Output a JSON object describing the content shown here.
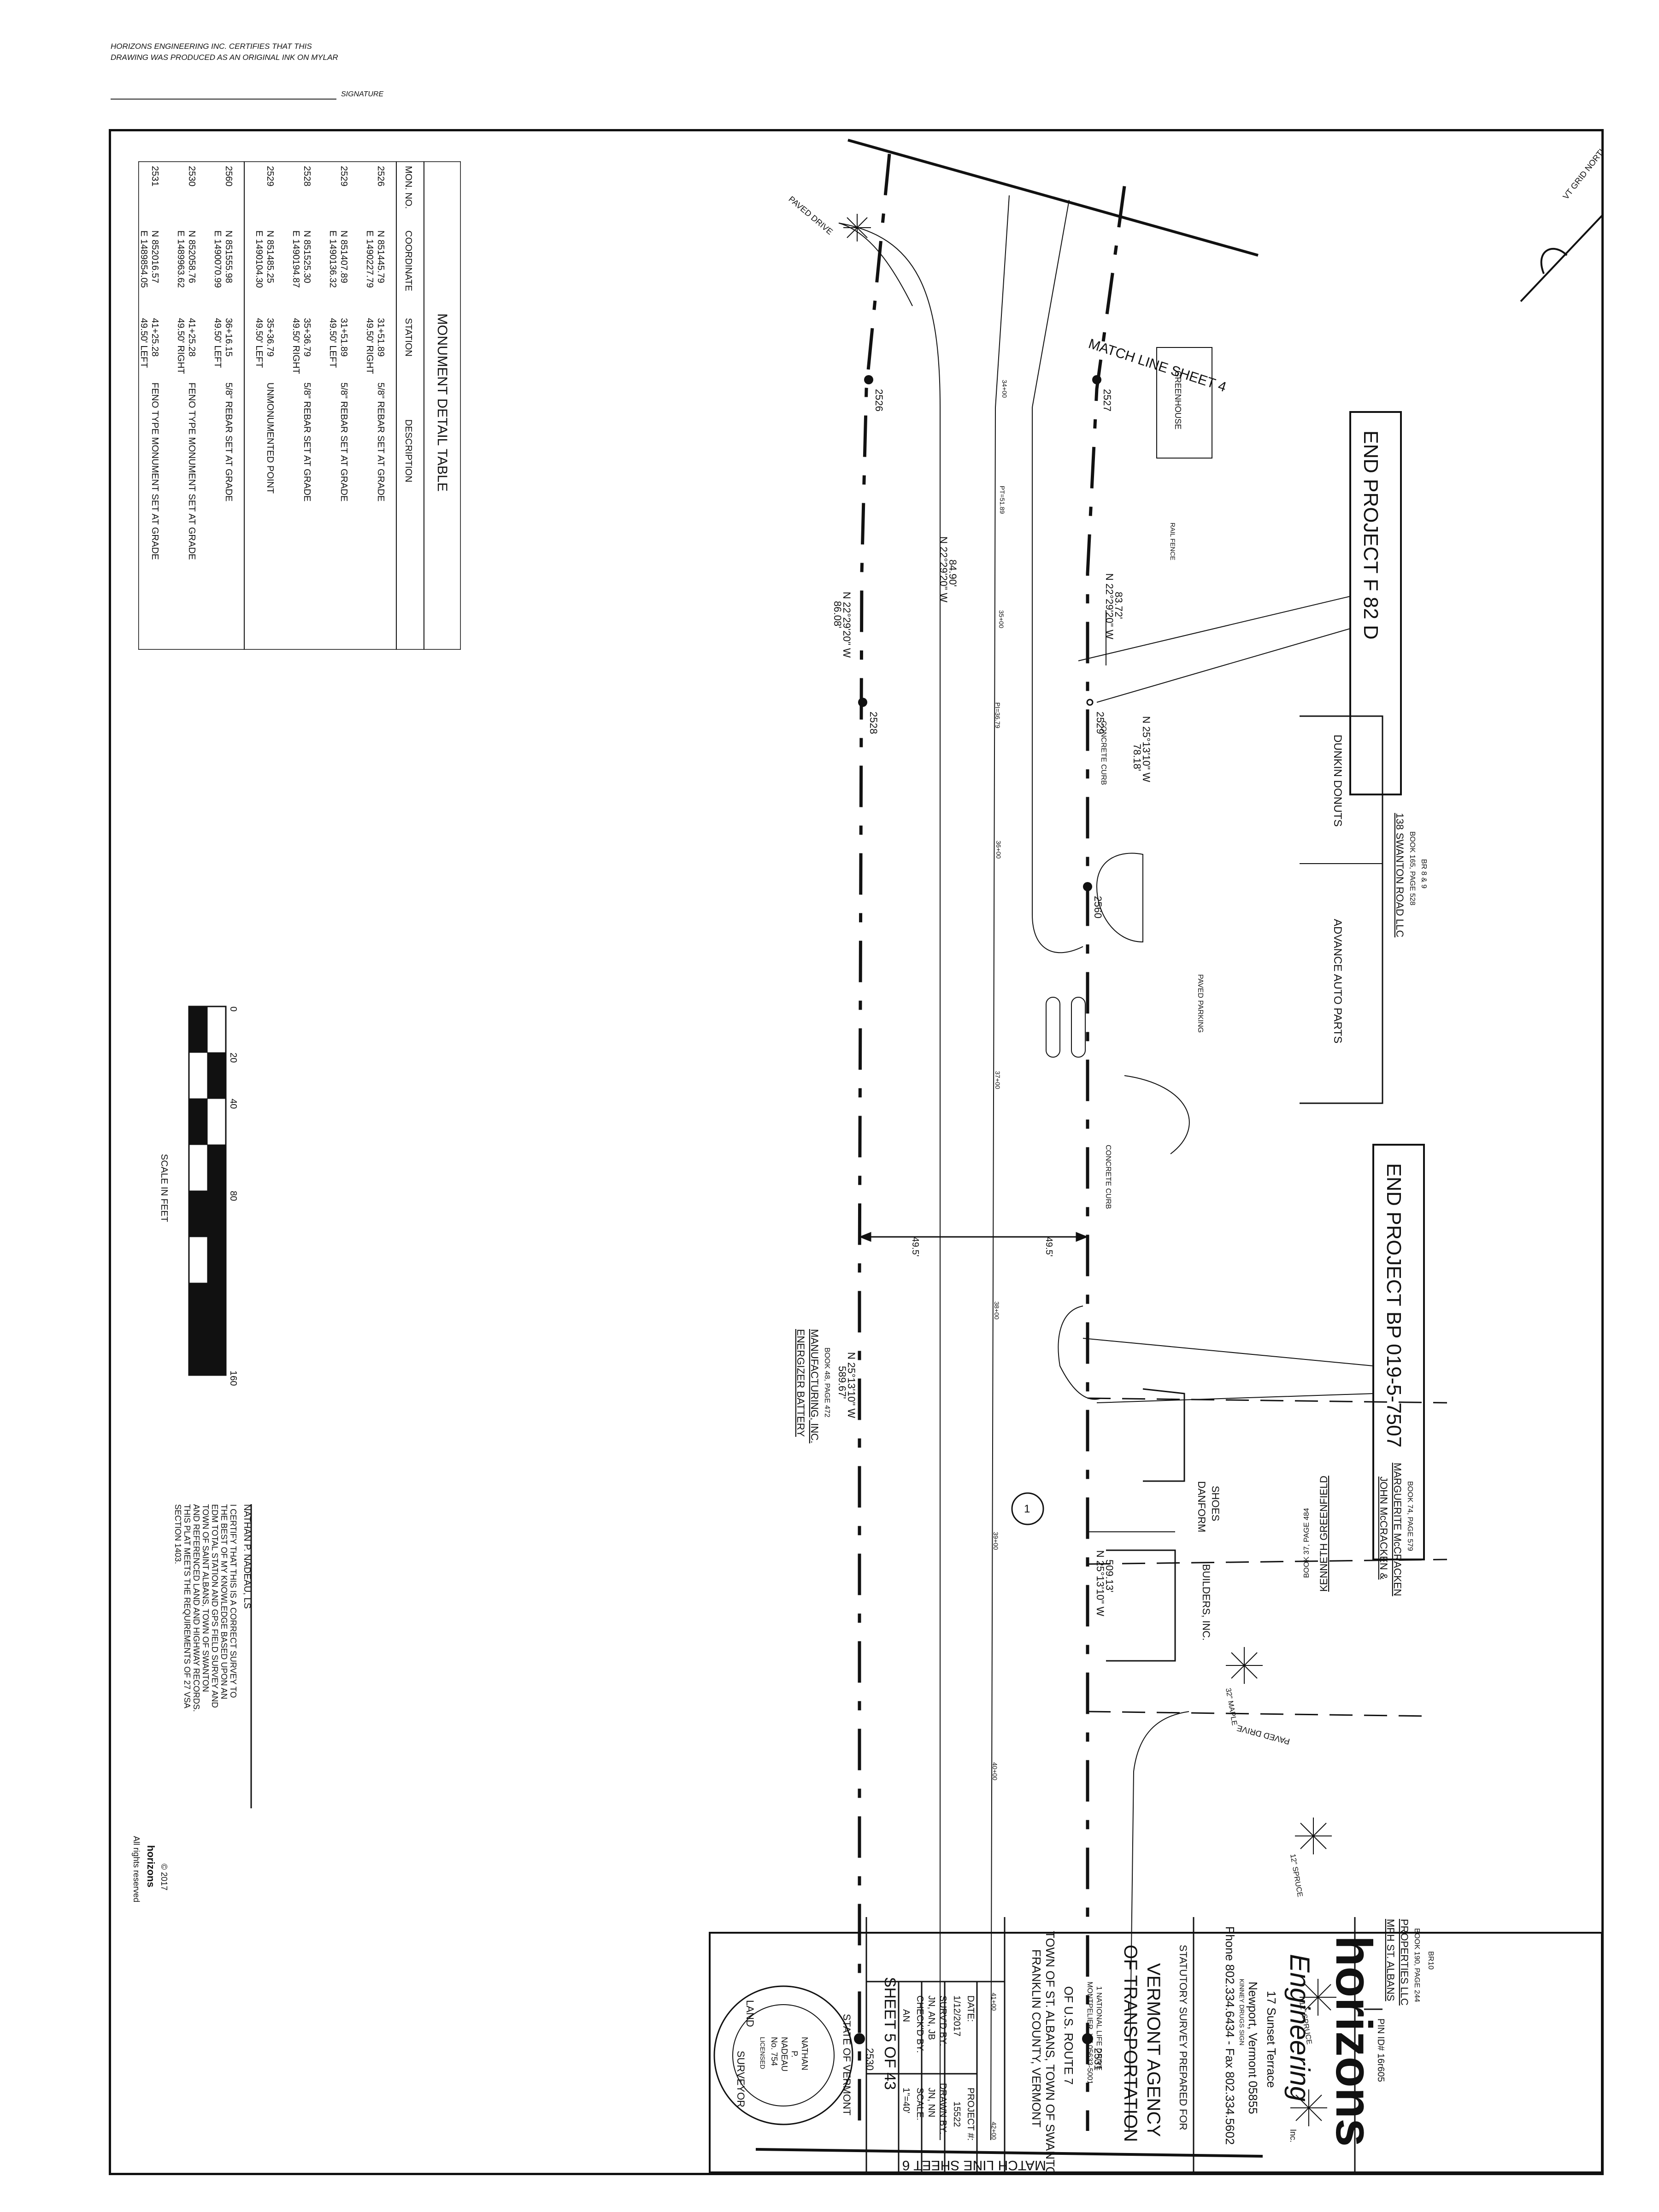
{
  "header": {
    "certify_line1": "HORIZONS ENGINEERING INC. CERTIFIES THAT THIS",
    "certify_line2": "DRAWING WAS PRODUCED AS AN ORIGINAL INK ON MYLAR",
    "signature_label": "SIGNATURE"
  },
  "monument_table": {
    "title": "MONUMENT DETAIL TABLE",
    "columns": [
      "MON. NO.",
      "COORDINATE",
      "STATION",
      "DESCRIPTION"
    ],
    "rows": [
      {
        "mon": "2526",
        "coord_n": "N 851445.79",
        "coord_e": "E 1490227.79",
        "station": "31+51.89",
        "offset": "49.50' RIGHT",
        "desc": "5/8\" REBAR SET AT GRADE"
      },
      {
        "mon": "2529",
        "coord_n": "N 851407.89",
        "coord_e": "E 1490136.32",
        "station": "31+51.89",
        "offset": "49.50' LEFT",
        "desc": "5/8\" REBAR SET AT GRADE"
      },
      {
        "mon": "2528",
        "coord_n": "N 851525.30",
        "coord_e": "E 1490194.87",
        "station": "35+36.79",
        "offset": "49.50' RIGHT",
        "desc": "5/8\" REBAR SET AT GRADE"
      },
      {
        "mon": "2529",
        "coord_n": "N 851485.25",
        "coord_e": "E 1490104.30",
        "station": "35+36.79",
        "offset": "49.50' LEFT",
        "desc": "UNMONUMENTED POINT"
      },
      {
        "mon": "2560",
        "coord_n": "N 851555.98",
        "coord_e": "E 1490070.99",
        "station": "36+16.15",
        "offset": "49.50' LEFT",
        "desc": "5/8\" REBAR SET AT GRADE"
      },
      {
        "mon": "2530",
        "coord_n": "N 852058.76",
        "coord_e": "E 1489963.62",
        "station": "41+25.28",
        "offset": "49.50' RIGHT",
        "desc": "FENO TYPE MONUMENT SET AT GRADE"
      },
      {
        "mon": "2531",
        "coord_n": "N 852016.57",
        "coord_e": "E 1489854.05",
        "station": "41+25.28",
        "offset": "49.50' LEFT",
        "desc": "FENO TYPE MONUMENT SET AT GRADE"
      }
    ]
  },
  "scale": {
    "ticks": [
      "0",
      "20",
      "40",
      "80",
      "160"
    ],
    "label": "SCALE IN FEET"
  },
  "plan": {
    "match_line_top": "MATCH LINE SHEET 4",
    "match_line_bottom": "MATCH LINE SHEET 6",
    "grid_north": "VT GRID NORTH",
    "end_project_1": "END PROJECT F 82 D",
    "end_project_2": "END PROJECT BP 019-5-7507",
    "greenhouse": "GREENHOUSE",
    "paved_drive": "PAVED DRIVE",
    "paved_parking": "PAVED PARKING",
    "concrete_curb": "CONCRETE CURB",
    "rail_fence": "RAIL FENCE",
    "owner_138_title": "138 SWANTON ROAD LLC",
    "owner_138_book": "BOOK 165, PAGE 528",
    "owner_138_lots": "BR 8 & 9",
    "dunkin": "DUNKIN DONUTS",
    "advance": "ADVANCE AUTO PARTS",
    "mccracken_1": "JOHN McCRACKEN &",
    "mccracken_2": "MARGUERITE McCRACKEN",
    "mccracken_book": "BOOK 74, PAGE 579",
    "danform_1": "DANFORM",
    "danform_2": "SHOES",
    "greenfield": "KENNETH GREENFIELD",
    "greenfield_book": "BOOK 37, PAGE 484",
    "builders": "BUILDERS, INC.",
    "mph_1": "MPH ST. ALBANS",
    "mph_2": "PROPERTIES LLC",
    "mph_book": "BOOK 190, PAGE 244",
    "mph_lot": "BR10",
    "energizer_1": "ENERGIZER BATTERY",
    "energizer_2": "MANUFACTURING, INC.",
    "energizer_book": "BOOK 48, PAGE 472",
    "maple": "32\" MAPLE",
    "spruce": "12\" SPRUCE",
    "kinney": "KINNEY DRUGS SIGN",
    "circle_num": "1",
    "bearing_1": "N 22°29'20\" W",
    "dist_1": "86.08'",
    "bearing_2": "N 22°29'20\" W",
    "dist_2": "84.90'",
    "bearing_3": "N 22°29'20\" W",
    "dist_3": "83.72'",
    "bearing_4": "N 25°13'10\" W",
    "dist_4": "78.18'",
    "bearing_5": "N 25°13'10\" W",
    "dist_5": "589.67'",
    "bearing_6": "N 25°13'10\" W",
    "dist_6": "509.13'",
    "offset_left": "49.5'",
    "offset_right": "49.5'",
    "pt_label": "PT=51.89",
    "pi_label": "PI=36.79",
    "stations": [
      "34+00",
      "35+00",
      "36+00",
      "37+00",
      "38+00",
      "39+00",
      "40+00",
      "41+00",
      "42+00"
    ],
    "monuments": [
      "2526",
      "2527",
      "2528",
      "2529",
      "2560",
      "2530",
      "2531"
    ]
  },
  "certification": {
    "surveyor": "NATHAN P. NADEAU, LS",
    "line1": "I CERTIFY THAT THIS IS A CORRECT SURVEY TO",
    "line2": "THE BEST OF MY KNOWLEDGE BASED UPON AN",
    "line3": "EDM TOTAL STATION AND GPS FIELD SURVEY AND",
    "line4": "TOWN OF SAINT ALBANS, TOWN OF SWANTON",
    "line5": "AND REFERENCED LAND AND HIGHWAY RECORDS.",
    "line6": "THIS PLAT MEETS THE REQUIREMENTS OF 27 VSA",
    "line7": "SECTION 1403."
  },
  "copyright": {
    "year": "© 2017",
    "brand": "horizons",
    "rights": "All rights reserved"
  },
  "title_block": {
    "pin": "PIN ID# 16r605",
    "company": "horizons",
    "company_sub": "Engineering",
    "inc": "Inc.",
    "address1": "17 Sunset Terrace",
    "address2": "Newport, Vermont 05855",
    "phone": "Phone 802.334.6434 - Fax 802.334.5602",
    "prepared_for": "STATUTORY SURVEY PREPARED FOR",
    "agency1": "VERMONT AGENCY",
    "agency2": "OF TRANSPORTATION",
    "agency_addr1": "1 NATIONAL LIFE DRIVE",
    "agency_addr2": "MONTPELIER, VT 05633-5001",
    "project1": "OF U.S. ROUTE 7",
    "project2": "TOWN OF ST. ALBANS, TOWN OF SWANTON",
    "project3": "FRANKLIN COUNTY, VERMONT",
    "date_label": "DATE:",
    "date": "1/12/2017",
    "project_label": "PROJECT #:",
    "project_no": "15522",
    "survd_label": "SURV'D BY:",
    "survd": "JN, AN, JB",
    "drawn_label": "DRAWN BY:",
    "drawn": "JN, NN",
    "chkd_label": "CHECK'D BY:",
    "chkd": "AN",
    "scale_label": "SCALE:",
    "scale": "1\"=40'",
    "sheet": "SHEET 5 OF 43",
    "seal_state": "STATE OF VERMONT",
    "seal_name1": "NATHAN",
    "seal_name2": "P.",
    "seal_name3": "NADEAU",
    "seal_no": "No. 754",
    "seal_licensed": "LICENSED",
    "seal_land": "LAND",
    "seal_surveyor": "SURVEYOR"
  }
}
